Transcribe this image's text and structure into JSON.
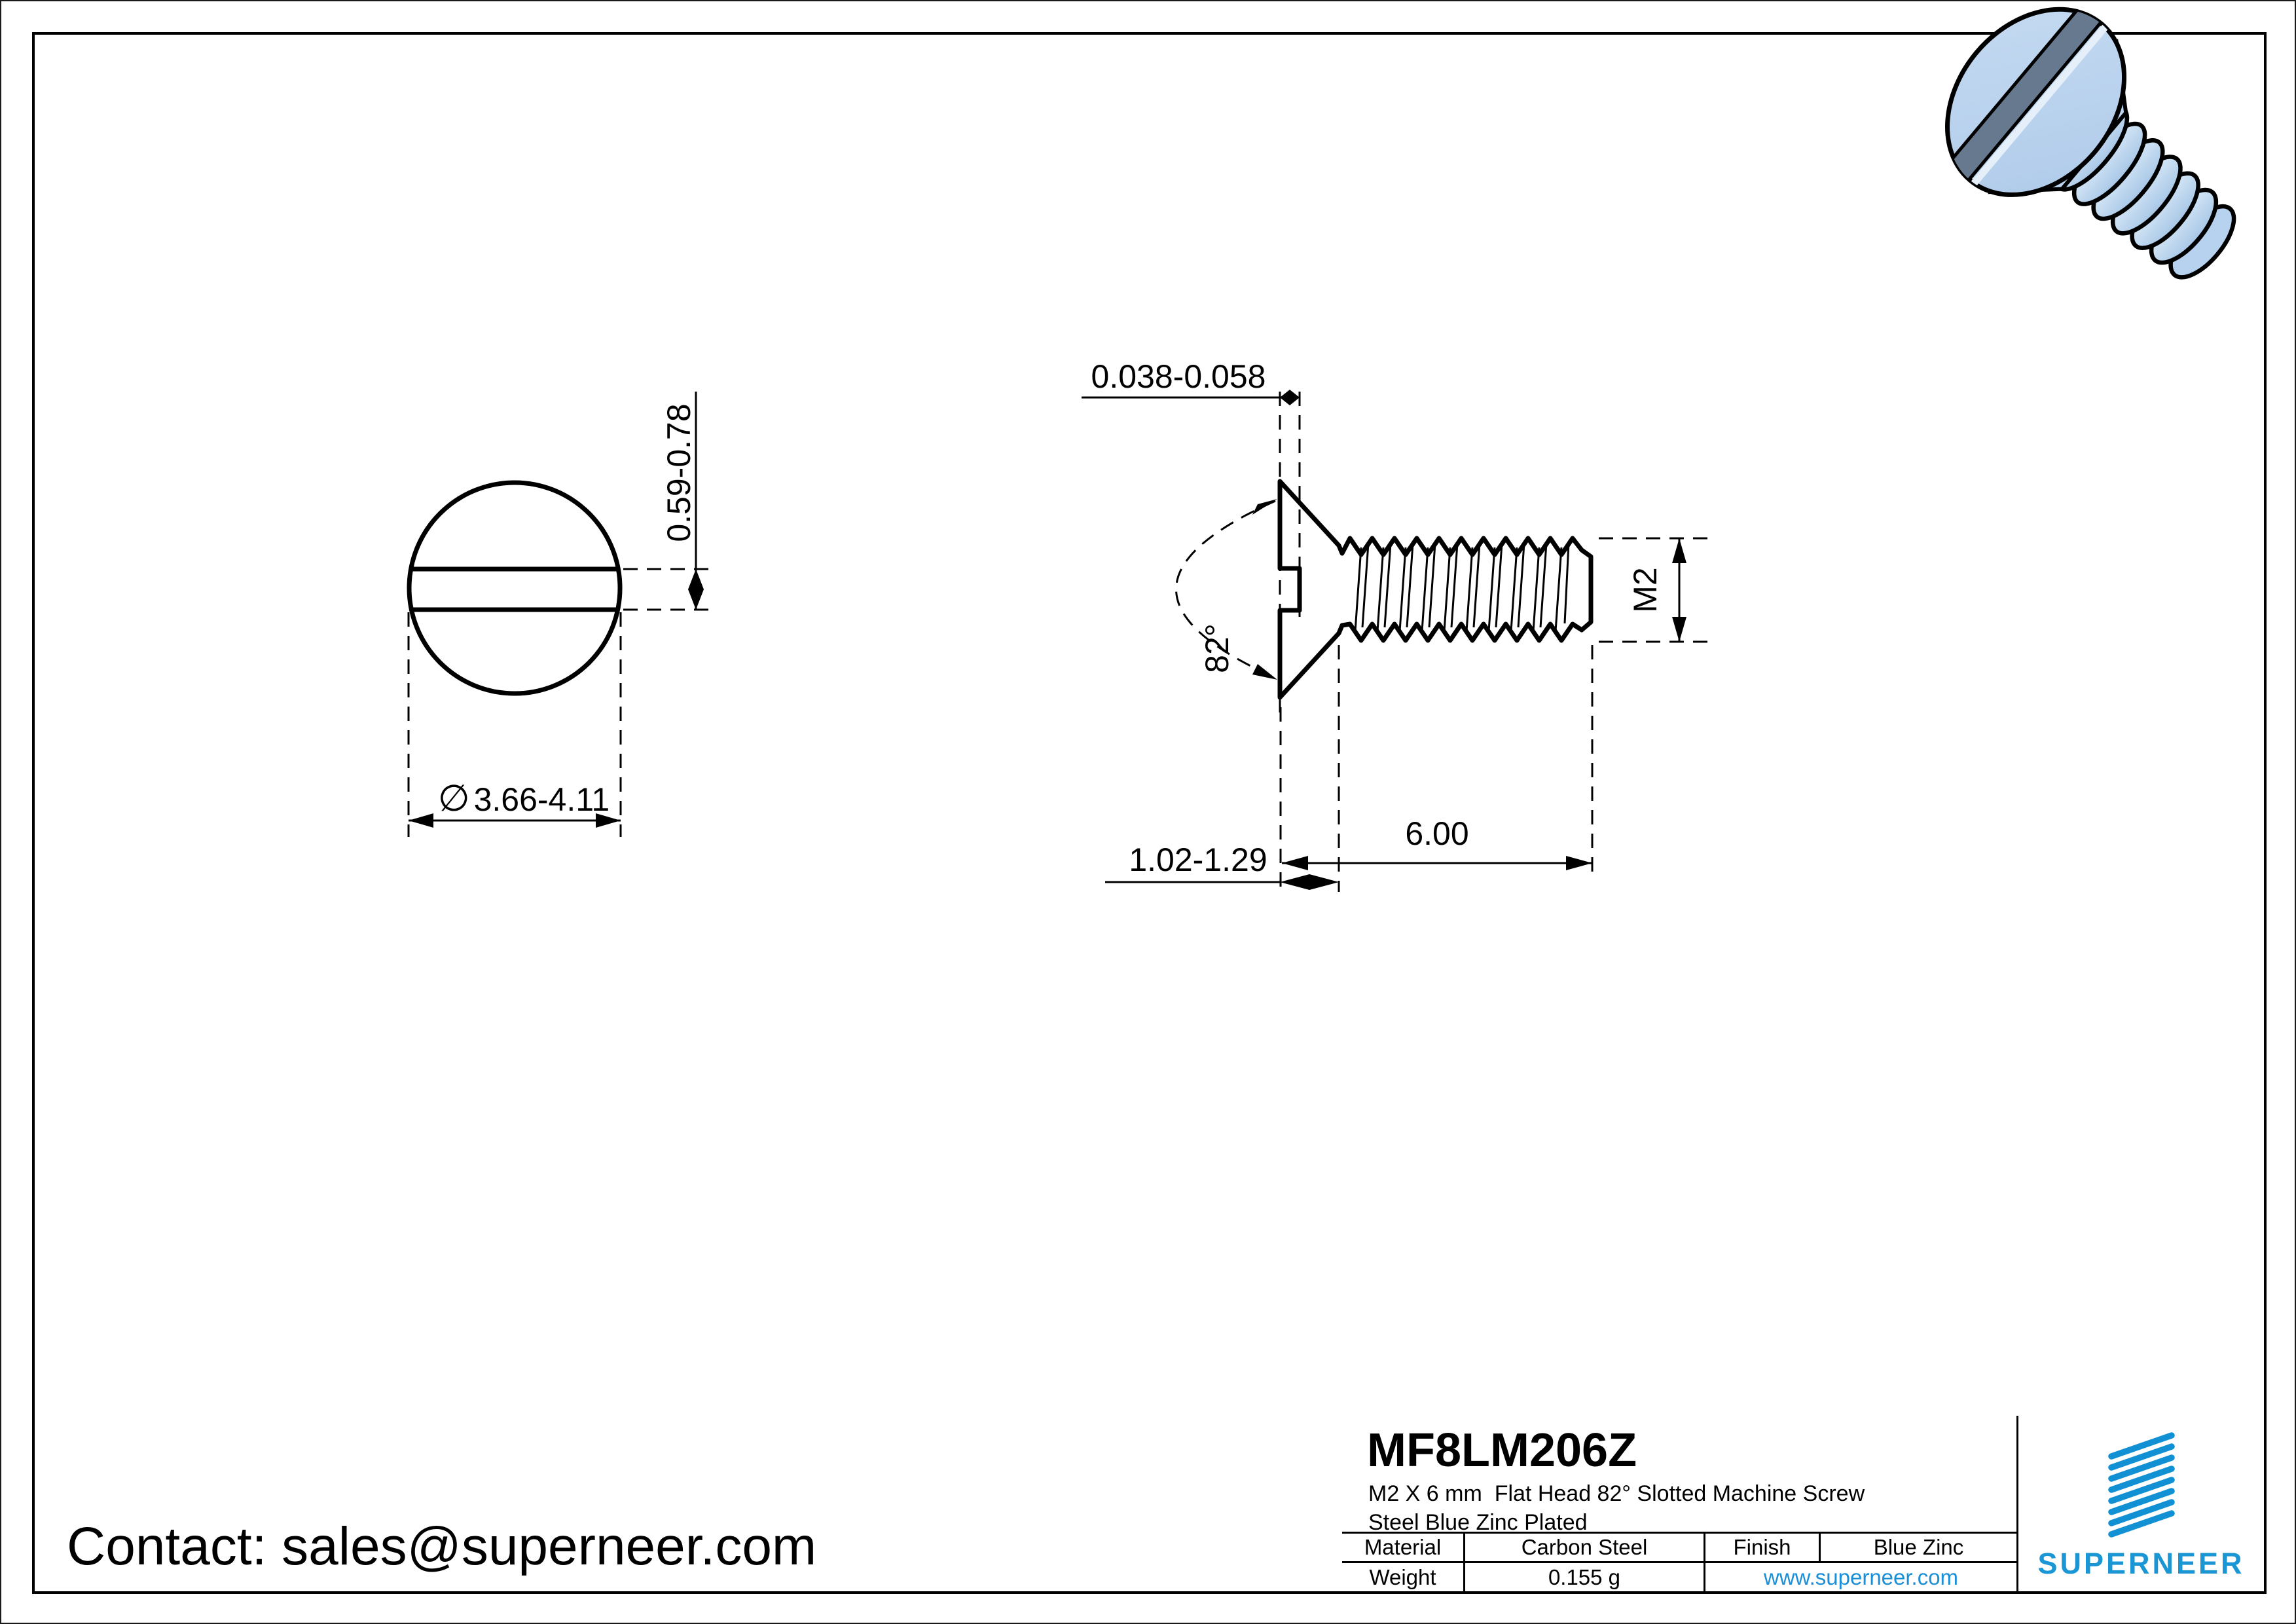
{
  "page": {
    "contact": "Contact: sales@superneer.com"
  },
  "views": {
    "top": {
      "slot_width_dim": "0.59-0.78",
      "diameter_symbol": "∅",
      "head_diameter_dim": "3.66-4.11"
    },
    "side": {
      "slot_depth_dim": "0.038-0.058",
      "head_angle_dim": "82°",
      "head_height_dim": "1.02-1.29",
      "length_dim": "6.00",
      "thread_dim": "M2"
    }
  },
  "title_block": {
    "part_number": "MF8LM206Z",
    "description_line1": "M2 X 6 mm  Flat Head 82° Slotted Machine Screw",
    "description_line2": "Steel Blue Zinc Plated",
    "material_label": "Material",
    "material_value": "Carbon Steel",
    "finish_label": "Finish",
    "finish_value": "Blue Zinc",
    "weight_label": "Weight",
    "weight_value": "0.155 g",
    "website": "www.superneer.com",
    "brand": "SUPERNEER"
  },
  "colors": {
    "brand_blue": "#1a96d5",
    "link_blue": "#1a8fd8",
    "screw_body_blue": "#b9d1ee",
    "screw_slot_gray": "#67798e",
    "line_black": "#000000"
  }
}
